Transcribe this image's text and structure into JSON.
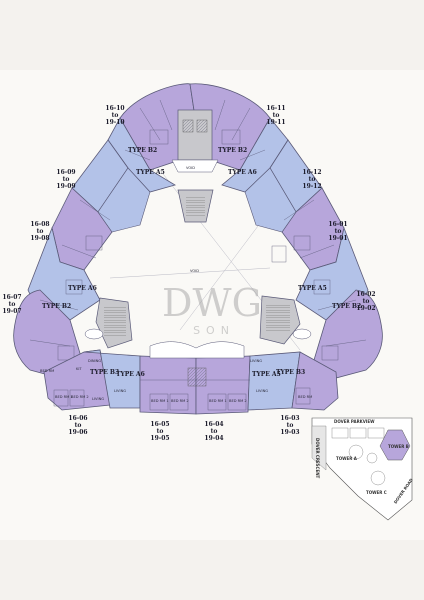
{
  "colors": {
    "purple": "#b7a6db",
    "blue": "#b3c2e8",
    "core": "#c8c8cc",
    "line": "#5a5a78",
    "paper": "#f4f2ee"
  },
  "watermark": {
    "main": "DWG",
    "sub": "SON"
  },
  "void_label": "VOID",
  "unit_ranges": [
    {
      "id": "16-10",
      "from": "16-10",
      "to_word": "to",
      "until": "19-10"
    },
    {
      "id": "16-11",
      "from": "16-11",
      "to_word": "to",
      "until": "19-11"
    },
    {
      "id": "16-09",
      "from": "16-09",
      "to_word": "to",
      "until": "19-09"
    },
    {
      "id": "16-12",
      "from": "16-12",
      "to_word": "to",
      "until": "19-12"
    },
    {
      "id": "16-08",
      "from": "16-08",
      "to_word": "to",
      "until": "19-08"
    },
    {
      "id": "16-01",
      "from": "16-01",
      "to_word": "to",
      "until": "19-01"
    },
    {
      "id": "16-07",
      "from": "16-07",
      "to_word": "to",
      "until": "19-07"
    },
    {
      "id": "16-02",
      "from": "16-02",
      "to_word": "to",
      "until": "19-02"
    },
    {
      "id": "16-06",
      "from": "16-06",
      "to_word": "to",
      "until": "19-06"
    },
    {
      "id": "16-05",
      "from": "16-05",
      "to_word": "to",
      "until": "19-05"
    },
    {
      "id": "16-04",
      "from": "16-04",
      "to_word": "to",
      "until": "19-04"
    },
    {
      "id": "16-03",
      "from": "16-03",
      "to_word": "to",
      "until": "19-03"
    }
  ],
  "unit_types": [
    {
      "id": "t1",
      "label": "TYPE B2"
    },
    {
      "id": "t2",
      "label": "TYPE B2"
    },
    {
      "id": "t3",
      "label": "TYPE A5"
    },
    {
      "id": "t4",
      "label": "TYPE A6"
    },
    {
      "id": "t5",
      "label": "TYPE A6"
    },
    {
      "id": "t6",
      "label": "TYPE A5"
    },
    {
      "id": "t7",
      "label": "TYPE B2"
    },
    {
      "id": "t8",
      "label": "TYPE B2"
    },
    {
      "id": "t9",
      "label": "TYPE B3"
    },
    {
      "id": "t10",
      "label": "TYPE A6"
    },
    {
      "id": "t11",
      "label": "TYPE A5"
    },
    {
      "id": "t12",
      "label": "TYPE B3"
    }
  ],
  "room_labels": {
    "living": "LIVING",
    "dining": "DINING",
    "bed_rm_1": "BED RM 1",
    "bed_rm_2": "BED RM 2",
    "bed_rm": "BED RM",
    "kit": "KIT",
    "void": "VOID"
  },
  "key_plan": {
    "road_top": "DOVER PARKVIEW",
    "road_left": "DOVER CRESCENT",
    "road_right": "DOVER ROAD",
    "tower_a": "TOWER A",
    "tower_b": "TOWER B",
    "tower_c": "TOWER C"
  }
}
